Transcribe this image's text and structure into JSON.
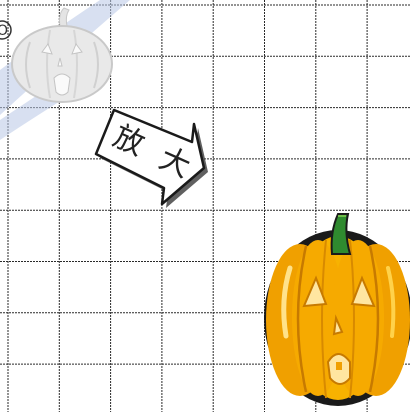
{
  "figure": {
    "corner_mark": "O",
    "arrow_label_1": "放",
    "arrow_label_2": "大"
  },
  "grid": {
    "columns": 8,
    "rows": 8,
    "line_color": "#2a2a2a"
  },
  "pumpkins": {
    "small": {
      "icon": "pumpkin-faded-icon",
      "color": "#d8d8d8"
    },
    "large": {
      "icon": "jack-o-lantern-icon",
      "body_color": "#f6a800",
      "highlight_color": "#ffd24a",
      "stem_color": "#2f8a2f"
    }
  },
  "colors": {
    "watermark_blue": "#b9c8e6",
    "outline": "#1a1a1a"
  }
}
